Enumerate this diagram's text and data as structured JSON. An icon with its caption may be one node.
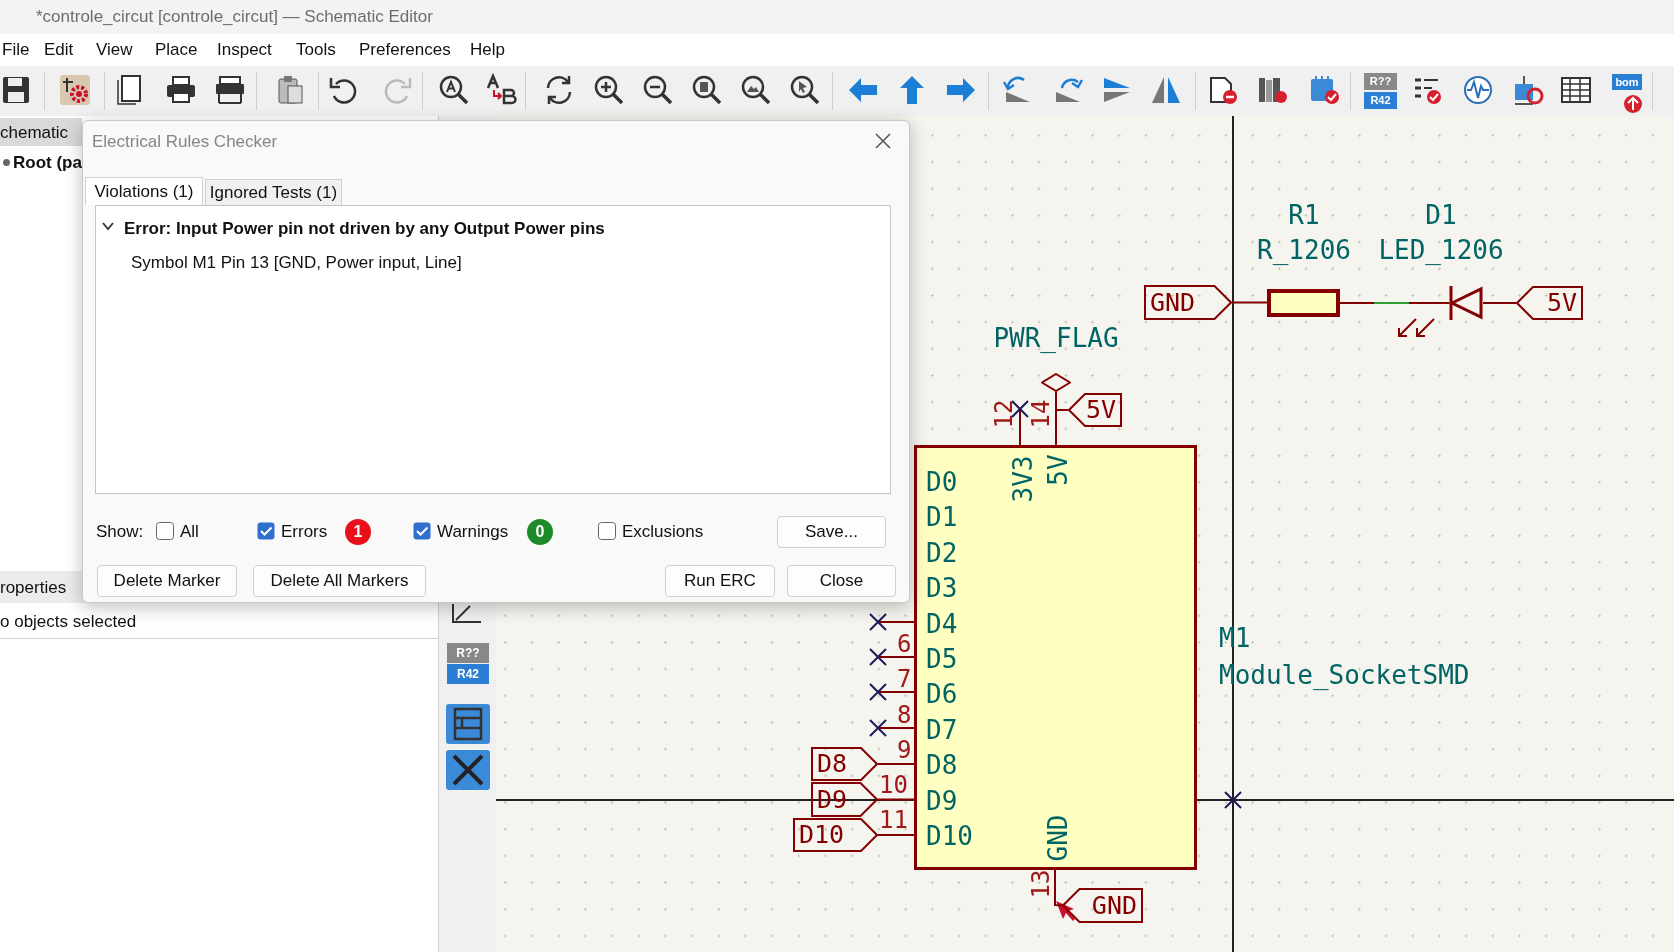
{
  "diagram": {
    "nodes": [
      {
        "text": [
          "GND"
        ]
      },
      {
        "text": [],
        "shape": "box",
        "beside": [
          "R1",
          "R_1206"
        ]
      },
      {
        "text": [],
        "shape": "triangle",
        "beside": [
          "D1",
          "LED_1206"
        ]
      },
      {
        "text": [
          "5V"
        ]
      },
      {
        "text": [],
        "shape": "diamond",
        "beside": [
          "PWR_FLAG"
        ]
      },
      {
        "text": [
          "5V"
        ]
      },
      {
        "text": [
          "D0",
          "D1",
          "D2",
          "D3",
          "D4",
          "D5",
          "D6",
          "D7",
          "D8",
          "D9",
          "D10",
          "3V3",
          "5V",
          "GND"
        ],
        "beside": [
          "M1",
          "Module_SocketSMD"
        ]
      },
      {
        "text": [
          "D8"
        ]
      },
      {
        "text": [
          "D9"
        ]
      },
      {
        "text": [
          "D10"
        ]
      },
      {
        "text": [
          "GND"
        ]
      }
    ],
    "edges": [
      {
        "from": 0,
        "to": 1,
        "arrow": "none"
      },
      {
        "from": 1,
        "to": 2,
        "arrow": "none"
      },
      {
        "from": 2,
        "to": 3,
        "arrow": "none"
      },
      {
        "from": 4,
        "to": 6,
        "arrow": "none"
      },
      {
        "from": 5,
        "to": 6,
        "arrow": "none"
      },
      {
        "from": 7,
        "to": 6,
        "arrow": "none"
      },
      {
        "from": 8,
        "to": 6,
        "arrow": "none"
      },
      {
        "from": 9,
        "to": 6,
        "arrow": "none"
      },
      {
        "from": 10,
        "to": 6,
        "arrow": "none"
      }
    ],
    "labels": [
      "*controle_circut [controle_circut] — Schematic Editor",
      "File",
      "Edit",
      "View",
      "Place",
      "Inspect",
      "Tools",
      "Preferences",
      "Help",
      "R??",
      "R42",
      "bom",
      "chematic",
      "Root (pa",
      "Electrical Rules Checker",
      "Violations (1)",
      "Ignored Tests (1)",
      "Error: Input Power pin not driven by any Output Power pins",
      "Symbol M1 Pin 13 [GND, Power input, Line]",
      "Show:",
      "All",
      "Errors",
      "1",
      "Warnings",
      "0",
      "Exclusions",
      "Save...",
      "roperties",
      "Delete Marker",
      "Delete All Markers",
      "Run ERC",
      "Close",
      "o objects selected",
      "R??",
      "R42",
      "12",
      "14",
      "6",
      "7",
      "8",
      "9",
      "10",
      "11",
      "13"
    ]
  }
}
